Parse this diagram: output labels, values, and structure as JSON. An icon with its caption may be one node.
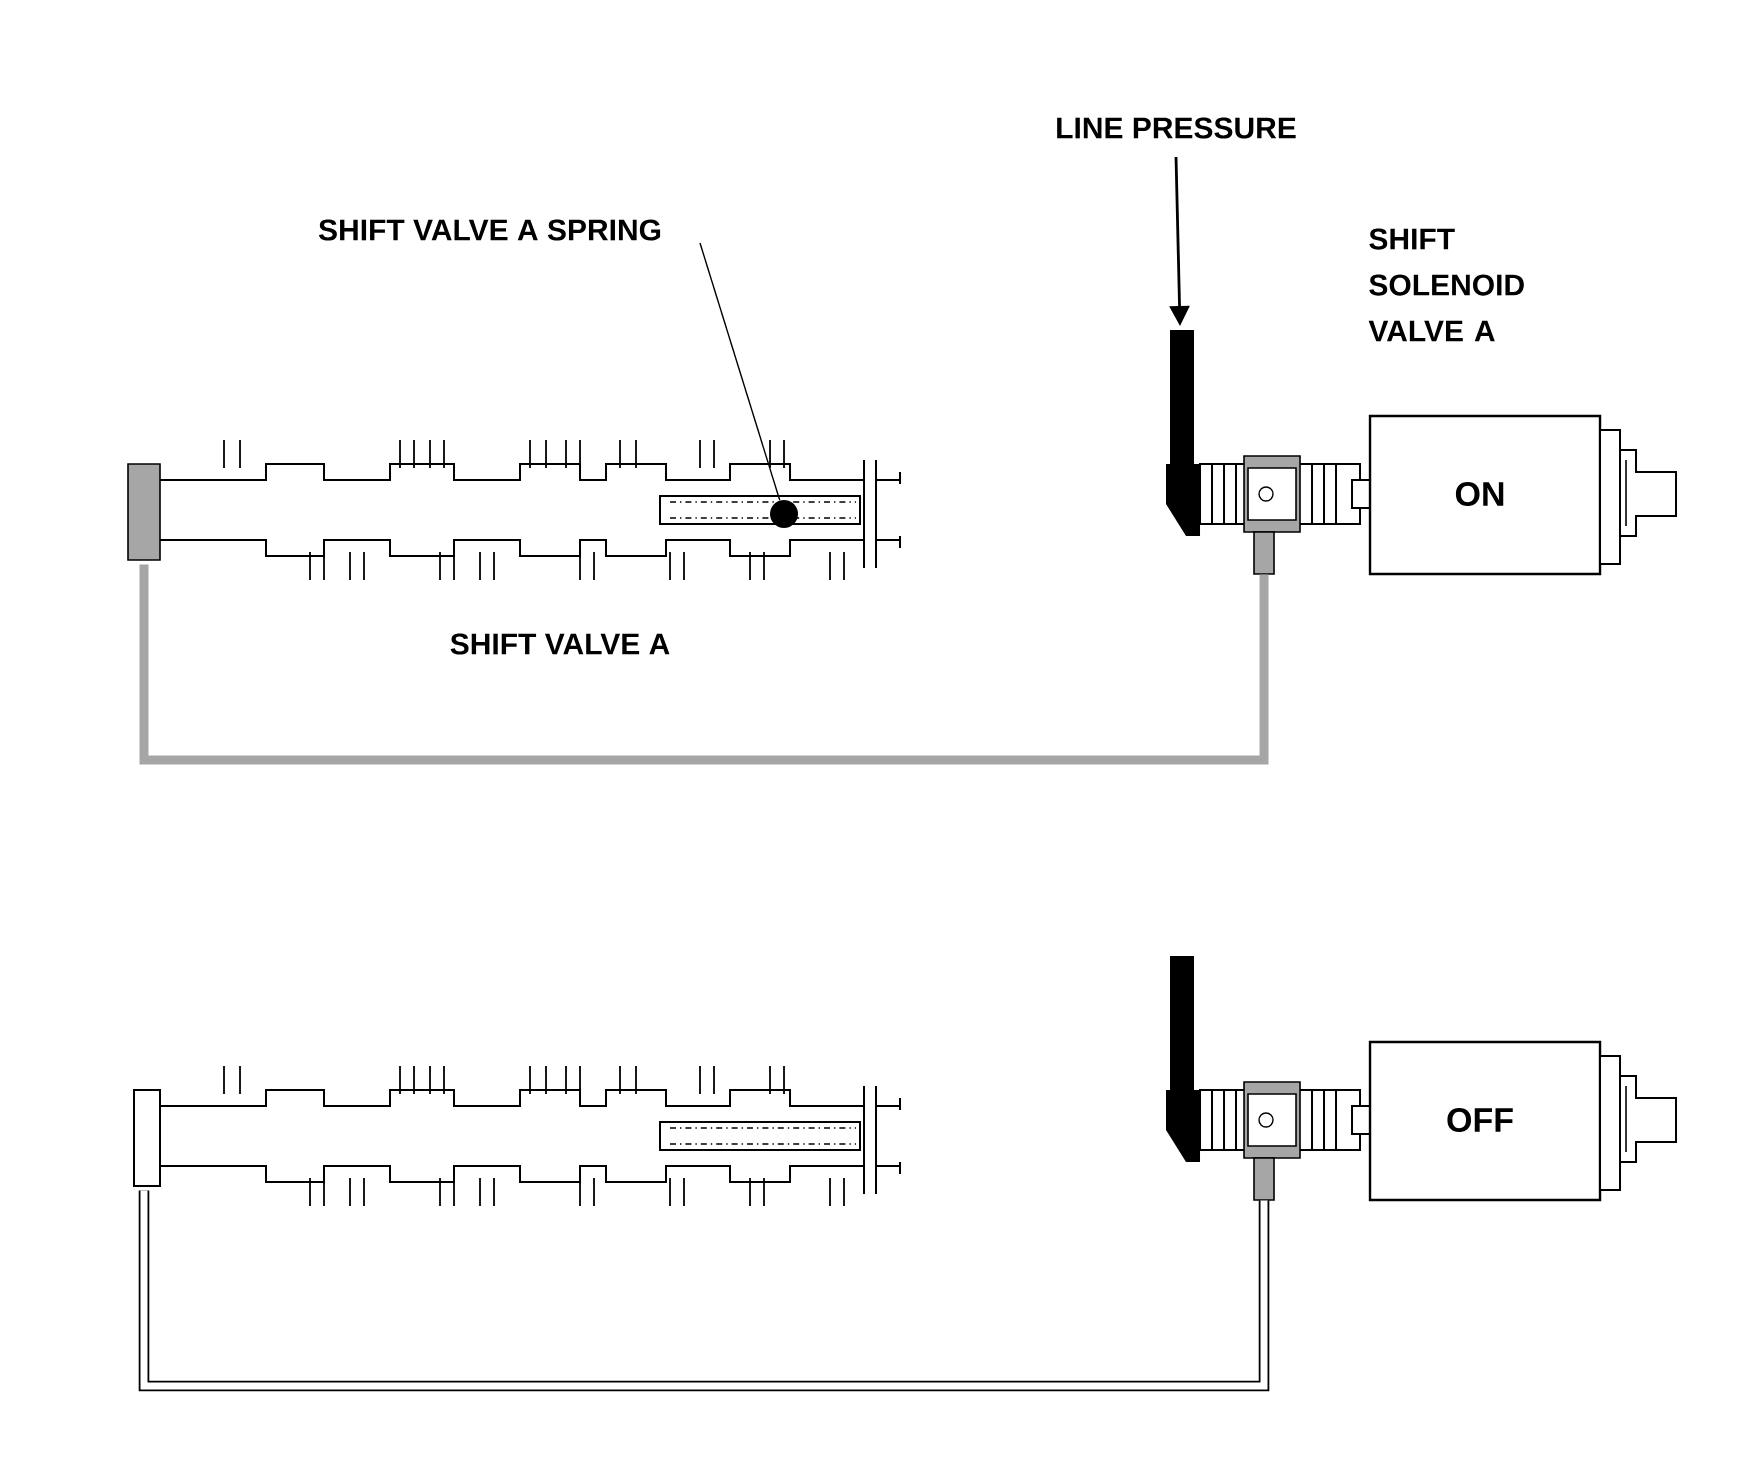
{
  "diagram": {
    "nodes": [
      {
        "text": [
          "LINE PRESSURE"
        ]
      },
      {
        "text": [
          "SHIFT VALVE A SPRING"
        ]
      },
      {
        "text": [],
        "shape": "circle",
        "in": 4
      },
      {
        "text": [
          "SHIFT SOLENOID VALVE A",
          "ON"
        ]
      },
      {
        "text": [
          "SHIFT VALVE A"
        ]
      },
      {
        "text": [],
        "shape": "box"
      },
      {
        "text": [
          "OFF"
        ]
      }
    ],
    "edges": [
      {
        "from": 0,
        "to": 3,
        "arrow": "to"
      },
      {
        "from": 1,
        "to": 2,
        "arrow": "none"
      },
      {
        "from": 3,
        "to": 4,
        "arrow": "none",
        "style": "thick",
        "color": "#a6a6a6"
      },
      {
        "from": 6,
        "to": 5,
        "arrow": "none",
        "style": "thick"
      }
    ]
  }
}
